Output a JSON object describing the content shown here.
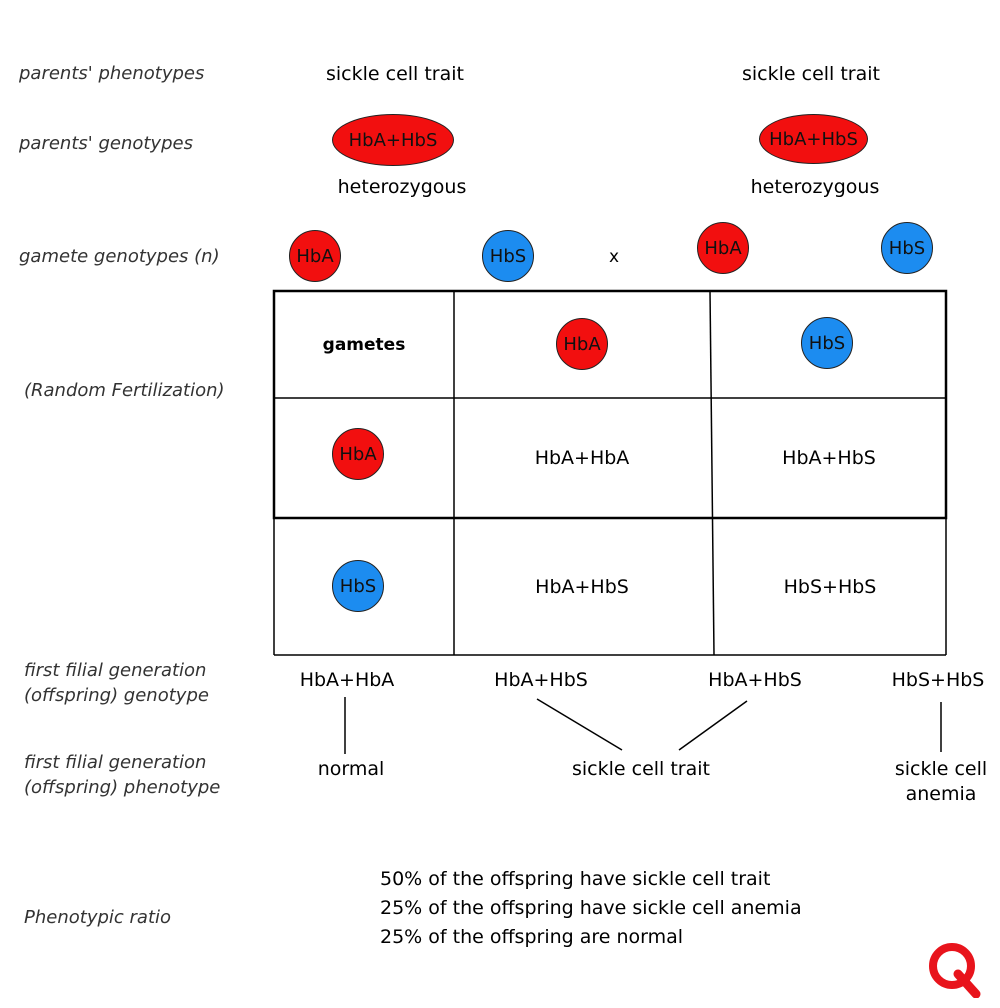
{
  "rows": {
    "parents_phenotypes": "parents' phenotypes",
    "parents_genotypes": "parents' genotypes",
    "gamete_genotypes": "gamete genotypes (n)",
    "random_fertilization": "(Random Fertilization)",
    "f1_genotype_l1": "first filial generation",
    "f1_genotype_l2": "(offspring) genotype",
    "f1_phenotype_l1": "first filial generation",
    "f1_phenotype_l2": "(offspring) phenotype",
    "phenotypic_ratio": "Phenotypic ratio"
  },
  "parents": [
    {
      "phenotype": "sickle cell trait",
      "genotype": "HbA+HbS",
      "zygosity": "heterozygous"
    },
    {
      "phenotype": "sickle cell trait",
      "genotype": "HbA+HbS",
      "zygosity": "heterozygous"
    }
  ],
  "gametes": {
    "parent1": [
      "HbA",
      "HbS"
    ],
    "cross": "x",
    "parent2": [
      "HbA",
      "HbS"
    ]
  },
  "punnett": {
    "corner": "gametes",
    "col_headers": [
      "HbA",
      "HbS"
    ],
    "row_headers": [
      "HbA",
      "HbS"
    ],
    "cells": [
      [
        "HbA+HbA",
        "HbA+HbS"
      ],
      [
        "HbA+HbS",
        "HbS+HbS"
      ]
    ]
  },
  "offspring": {
    "genotypes": [
      "HbA+HbA",
      "HbA+HbS",
      "HbA+HbS",
      "HbS+HbS"
    ],
    "phenotypes": {
      "normal": "normal",
      "trait": "sickle cell trait",
      "anemia_l1": "sickle cell",
      "anemia_l2": "anemia"
    }
  },
  "ratio": [
    "50% of the offspring have sickle cell trait",
    "25% of the offspring have sickle cell anemia",
    "25% of the offspring are normal"
  ],
  "colors": {
    "dominant_allele": "#f20f0f",
    "recessive_allele": "#1c8cf0",
    "logo": "#e8141c"
  },
  "logo_icon": "q-logo-icon"
}
